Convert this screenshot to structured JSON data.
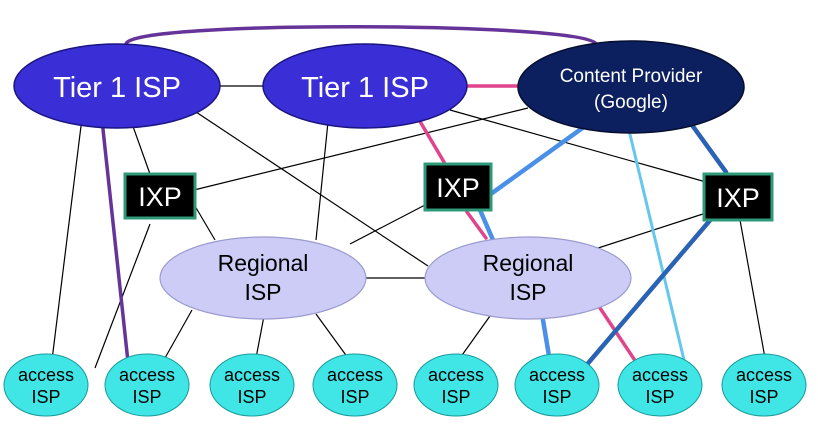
{
  "colors": {
    "tier1_fill": "#3a2fd6",
    "content_fill": "#0c1f5e",
    "regional_fill": "#ccccf6",
    "access_fill": "#40e6e6",
    "ixp_fill": "#000000",
    "ixp_border": "#2e9a7a",
    "link_thin": "#000000",
    "link_purple": "#663399",
    "link_pink": "#e0448c",
    "link_blue": "#4a8fe8",
    "link_lightblue": "#66c7ee",
    "link_darkblue": "#2a62b4"
  },
  "nodes": {
    "tier1_left": {
      "label": "Tier 1 ISP"
    },
    "tier1_mid": {
      "label": "Tier 1 ISP"
    },
    "content": {
      "line1": "Content Provider",
      "line2": "(Google)"
    },
    "ixp_left": {
      "label": "IXP"
    },
    "ixp_mid": {
      "label": "IXP"
    },
    "ixp_right": {
      "label": "IXP"
    },
    "regional_left": {
      "line1": "Regional",
      "line2": "ISP"
    },
    "regional_right": {
      "line1": "Regional",
      "line2": "ISP"
    },
    "access": [
      {
        "line1": "access",
        "line2": "ISP"
      },
      {
        "line1": "access",
        "line2": "ISP"
      },
      {
        "line1": "access",
        "line2": "ISP"
      },
      {
        "line1": "access",
        "line2": "ISP"
      },
      {
        "line1": "access",
        "line2": "ISP"
      },
      {
        "line1": "access",
        "line2": "ISP"
      },
      {
        "line1": "access",
        "line2": "ISP"
      },
      {
        "line1": "access",
        "line2": "ISP"
      }
    ]
  }
}
